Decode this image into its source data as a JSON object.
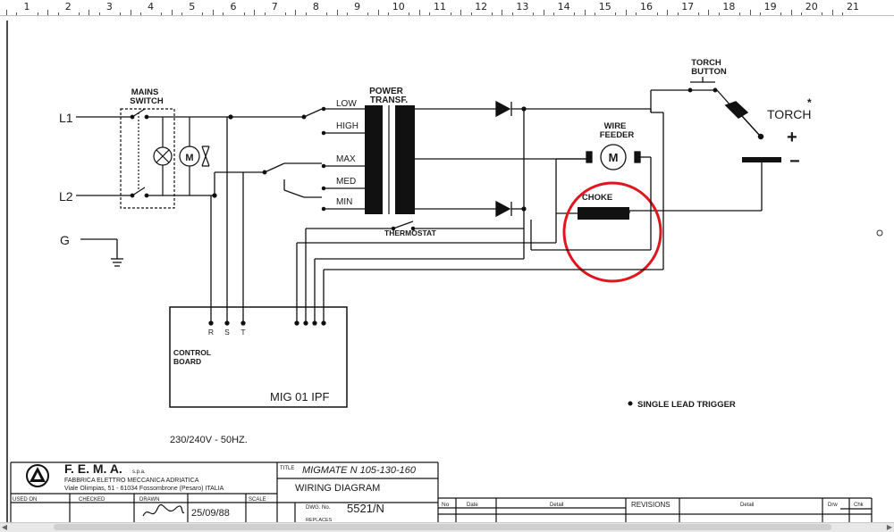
{
  "ruler": {
    "marks": [
      "1",
      "2",
      "3",
      "4",
      "5",
      "6",
      "7",
      "8",
      "9",
      "10",
      "11",
      "12",
      "13",
      "14",
      "15",
      "16",
      "17",
      "18",
      "19",
      "20",
      "21"
    ]
  },
  "diagram": {
    "l1": "L1",
    "l2": "L2",
    "g": "G",
    "mains_switch": [
      "MAINS",
      "SWITCH"
    ],
    "motor_m": "M",
    "taps": {
      "low": "LOW",
      "high": "HIGH",
      "max": "MAX",
      "med": "MED",
      "min": "MIN"
    },
    "power_transf": [
      "POWER",
      "TRANSF."
    ],
    "thermostat": "THERMOSTAT",
    "torch_button": [
      "TORCH",
      "BUTTON"
    ],
    "torch": "TORCH",
    "plus": "+",
    "minus": "−",
    "wire_feeder": [
      "WIRE",
      "FEEDER"
    ],
    "choke": "CHOKE",
    "control_board": [
      "CONTROL",
      "BOARD"
    ],
    "rst": [
      "R",
      "S",
      "T"
    ],
    "model": "MIG 01 IPF",
    "note": "SINGLE LEAD TRIGGER",
    "voltage": "230/240V - 50HZ."
  },
  "titleblock": {
    "company": "F. E. M. A.",
    "company_sub": "s.p.a.",
    "company_line1": "FABBRICA ELETTRO MECCANICA ADRIATICA",
    "company_line2": "Viale Olimpias, 51 - 61034 Fossombrone (Pesaro) ITALIA",
    "title_label": "TITLE",
    "title_value": "MIGMATE N 105-130-160",
    "doc_title": "WIRING DIAGRAM",
    "used_on": "USED ON",
    "checked": "CHECKED",
    "drawn": "DRAWN",
    "date": "25/09/88",
    "scale": "SCALE",
    "dwg_label": "DWG. No.",
    "dwg_no": "5521/N",
    "replaces": "REPLACES",
    "no": "No",
    "date_col": "Date",
    "detail_col": "Detail",
    "revisions": "REVISIONS",
    "detail_col2": "Detail",
    "drw_col": "Drw",
    "chk_col": "Chk"
  }
}
